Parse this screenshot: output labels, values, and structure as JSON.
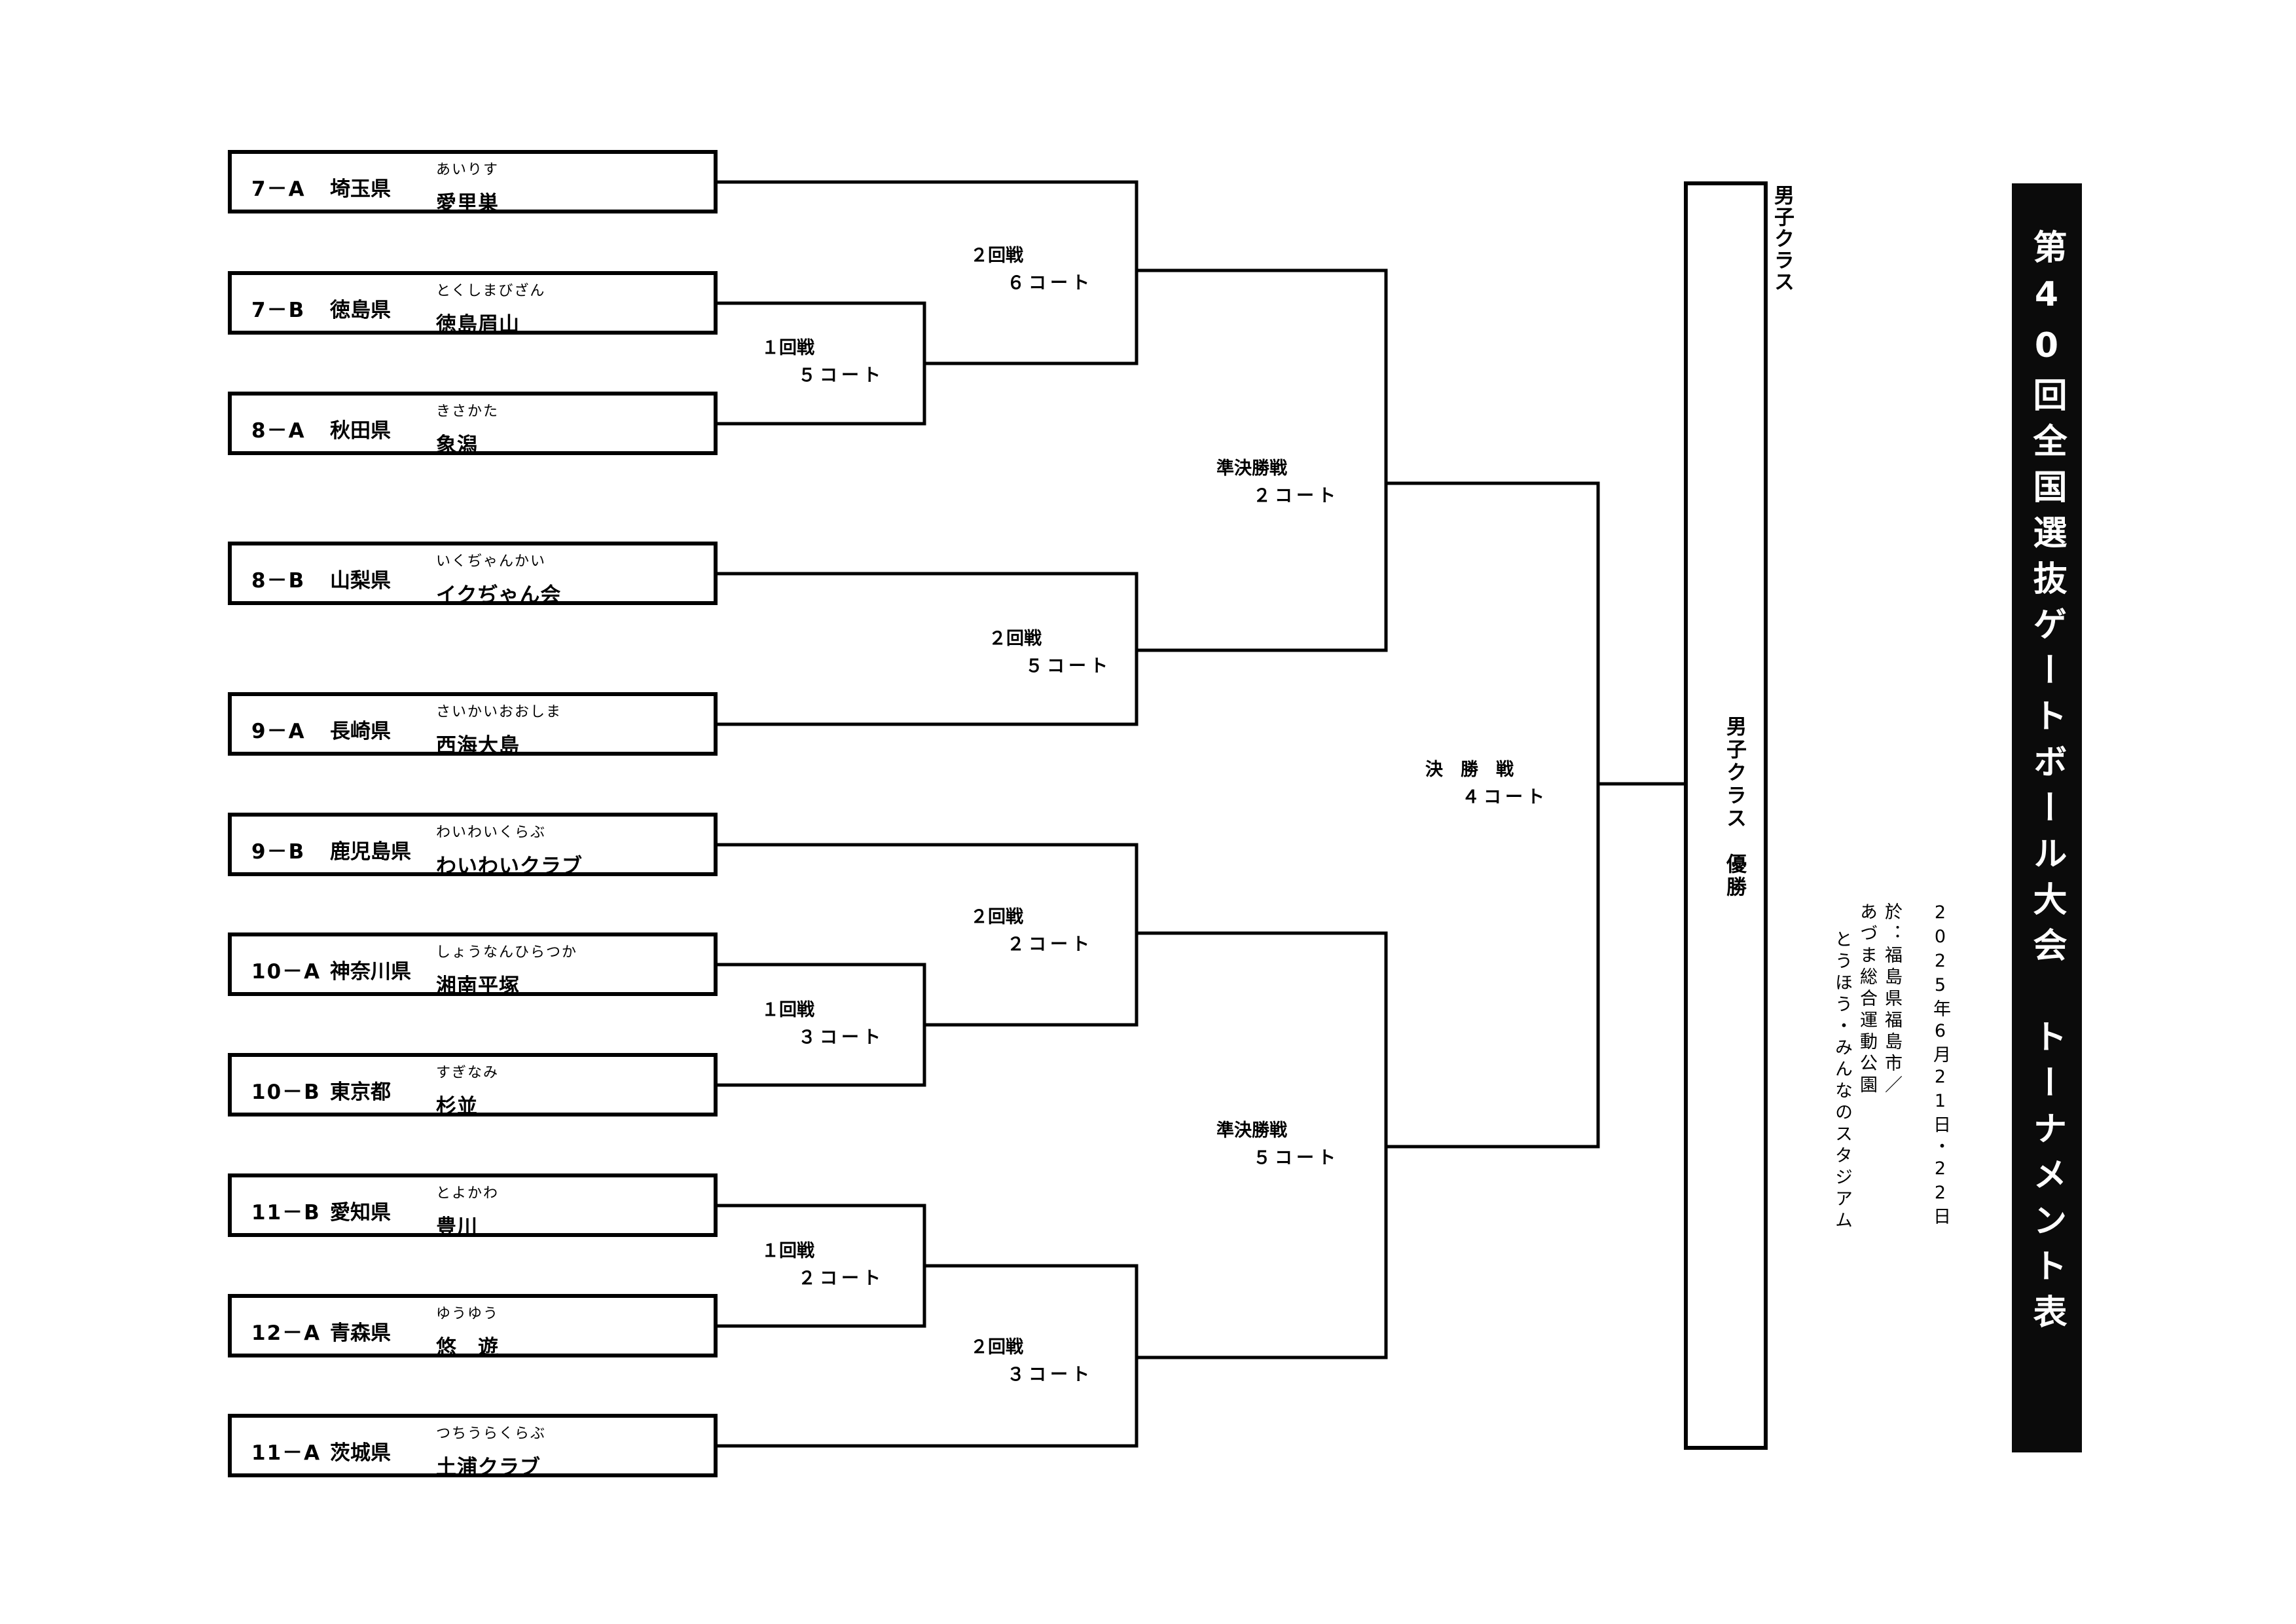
{
  "title": "第40回全国選抜ゲートボール大会　トーナメント表",
  "class_label": "男子クラス",
  "winner_label": "男子クラス　優勝",
  "event": {
    "date": "2025年6月21日・22日",
    "venue_line1": "於：福島県福島市／",
    "venue_line2": "あづま総合運動公園",
    "venue_line3": "とうほう・みんなのスタジアム"
  },
  "teams": [
    {
      "code": "7－A",
      "prefecture": "埼玉県",
      "ruby": "あいりす",
      "name": "愛里巣"
    },
    {
      "code": "7－B",
      "prefecture": "徳島県",
      "ruby": "とくしまびざん",
      "name": "徳島眉山"
    },
    {
      "code": "8－A",
      "prefecture": "秋田県",
      "ruby": "きさかた",
      "name": "象潟"
    },
    {
      "code": "8－B",
      "prefecture": "山梨県",
      "ruby": "いくぢゃんかい",
      "name": "イクぢゃん会"
    },
    {
      "code": "9－A",
      "prefecture": "長崎県",
      "ruby": "さいかいおおしま",
      "name": "西海大島"
    },
    {
      "code": "9－B",
      "prefecture": "鹿児島県",
      "ruby": "わいわいくらぶ",
      "name": "わいわいクラブ"
    },
    {
      "code": "10－A",
      "prefecture": "神奈川県",
      "ruby": "しょうなんひらつか",
      "name": "湘南平塚"
    },
    {
      "code": "10－B",
      "prefecture": "東京都",
      "ruby": "すぎなみ",
      "name": "杉並"
    },
    {
      "code": "11－B",
      "prefecture": "愛知県",
      "ruby": "とよかわ",
      "name": "豊川"
    },
    {
      "code": "12－A",
      "prefecture": "青森県",
      "ruby": "ゆうゆう",
      "name": "悠　遊"
    },
    {
      "code": "11－A",
      "prefecture": "茨城県",
      "ruby": "つちうらくらぶ",
      "name": "土浦クラブ"
    }
  ],
  "matches": [
    {
      "round": "２回戦",
      "court": "６コート"
    },
    {
      "round": "１回戦",
      "court": "５コート"
    },
    {
      "round": "２回戦",
      "court": "５コート"
    },
    {
      "round": "２回戦",
      "court": "２コート"
    },
    {
      "round": "１回戦",
      "court": "３コート"
    },
    {
      "round": "１回戦",
      "court": "２コート"
    },
    {
      "round": "２回戦",
      "court": "３コート"
    },
    {
      "round": "準決勝戦",
      "court": "２コート"
    },
    {
      "round": "準決勝戦",
      "court": "５コート"
    },
    {
      "round": "決　勝　戦",
      "court": "４コート"
    }
  ]
}
